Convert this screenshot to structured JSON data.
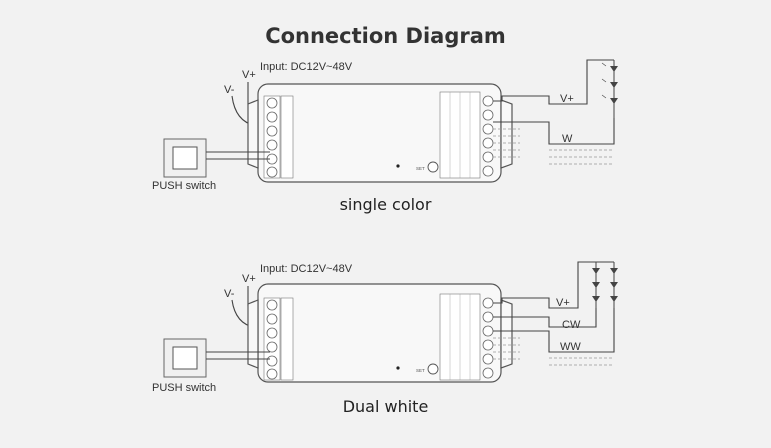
{
  "title": "Connection Diagram",
  "diagrams": [
    {
      "caption": "single color",
      "input_label": "Input: DC12V~48V",
      "vplus_label": "V+",
      "vminus_label": "V-",
      "switch_label": "PUSH switch",
      "set_label": "SET",
      "output_labels": [
        "V+",
        "W"
      ]
    },
    {
      "caption": "Dual white",
      "input_label": "Input: DC12V~48V",
      "vplus_label": "V+",
      "vminus_label": "V-",
      "switch_label": "PUSH switch",
      "set_label": "SET",
      "output_labels": [
        "V+",
        "CW",
        "WW"
      ]
    }
  ]
}
